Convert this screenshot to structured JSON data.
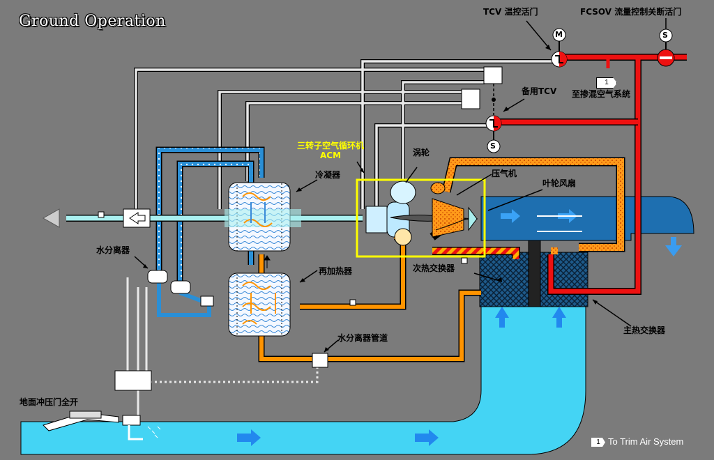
{
  "title": "Ground Operation",
  "labels": {
    "tcv": "TCV 温控活门",
    "fcsov": "FCSOV 流量控制关断活门",
    "mix": "至掺混空气系统",
    "standby_tcv": "备用TCV",
    "acm_line1": "三转子空气循环机",
    "acm_line2": "ACM",
    "turbine": "涡轮",
    "compressor": "压气机",
    "fan": "叶轮风扇",
    "condenser": "冷凝器",
    "reheater": "再加热器",
    "water_sep": "水分离器",
    "water_sep_duct": "水分离器管道",
    "secondary_hx": "次热交换器",
    "primary_hx": "主热交换器",
    "ram_door": "地面冲压门全开",
    "motor_M": "M",
    "solenoid_S1": "S",
    "solenoid_S2": "S"
  },
  "tags": {
    "mix_tag": "1"
  },
  "legend": {
    "tag": "1",
    "text": "To Trim Air System"
  },
  "colors": {
    "background": "#7b7b7b",
    "hot_air": "#ee1111",
    "warm_air": "#ff8800",
    "cold_air": "#aaf0f0",
    "ram_air": "#33ccee",
    "water_line": "#2288dd",
    "acm_highlight": "#ffff00"
  }
}
